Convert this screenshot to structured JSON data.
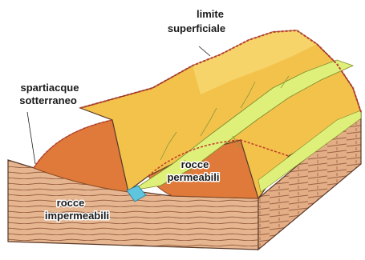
{
  "diagram": {
    "labels": {
      "limite_line1": "limite",
      "limite_line2": "superficiale",
      "spartiacque_line1": "spartiacque",
      "spartiacque_line2": "sotterraneo",
      "rocce_perm_line1": "rocce",
      "rocce_perm_line2": "permeabili",
      "rocce_imperm_line1": "rocce",
      "rocce_imperm_line2": "impermeabili"
    },
    "colors": {
      "slope_yellow": "#f2c24b",
      "ridge_light": "#f6d870",
      "groundwater_orange": "#e07a3a",
      "strata_tan": "#e6b691",
      "strata_line": "#8a5a3c",
      "valley_green": "#dff07a",
      "water_blue": "#5fc4dd",
      "boundary_red": "#c0392b",
      "outline": "#5a3a28"
    }
  }
}
